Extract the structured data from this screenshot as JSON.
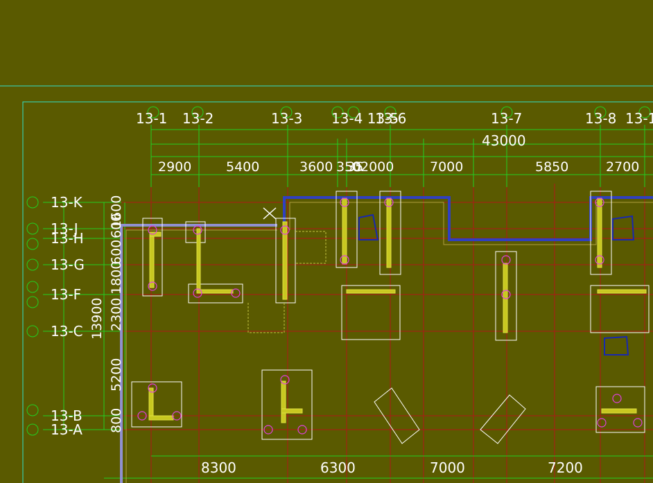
{
  "colors": {
    "background": "#5a5a00",
    "frame": "#32e0c8",
    "axis_line": "#b01818",
    "text": "#ffffff",
    "dim_green": "#22d022",
    "magenta": "#e040e0",
    "wall": "#3040c0",
    "yellow": "#e0e040",
    "blue": "#1828b0"
  },
  "top_axes": [
    "13-1",
    "13-2",
    "13-3",
    "13-6",
    "13-7",
    "13-8",
    "13-1"
  ],
  "overlap_axes": "13-4 13-5",
  "overlap_axes_2": "13-1",
  "top_dims_main": [
    "2900",
    "5400",
    "3600",
    "350",
    "2000",
    "7000",
    "5850",
    "2700"
  ],
  "top_dims_overlap": [
    "35",
    "0"
  ],
  "top_total": "43000",
  "left_axes": [
    "13-K",
    "13-J",
    "13-H",
    "13-G",
    "13-F",
    "13-C",
    "13-B",
    "13-A"
  ],
  "left_dims": [
    "1600",
    "600",
    "600",
    "1800",
    "2300",
    "5200",
    "800"
  ],
  "left_total": "13900",
  "bottom_dims": [
    "8300",
    "6300",
    "7000",
    "7200"
  ]
}
